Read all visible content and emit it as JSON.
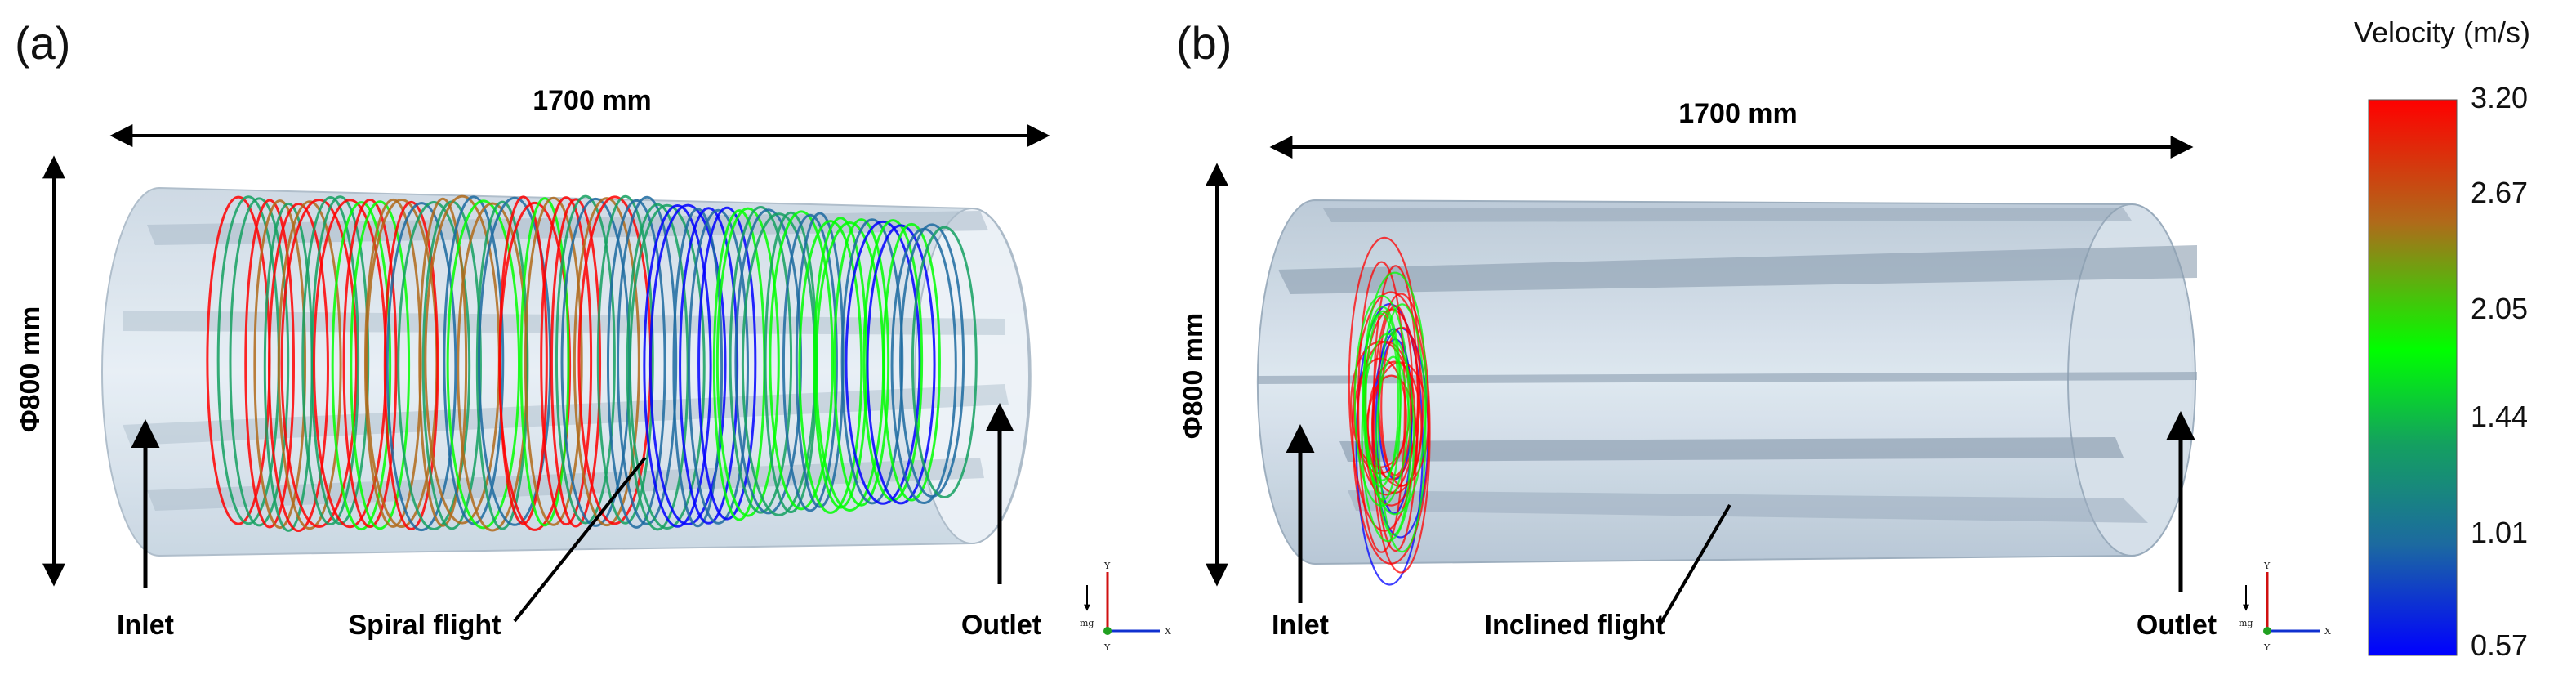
{
  "panel_a": {
    "label": "(a)",
    "length_label": "1700 mm",
    "diameter_label": "Φ800 mm",
    "inlet": "Inlet",
    "outlet": "Outlet",
    "flight_label": "Spiral flight"
  },
  "panel_b": {
    "label": "(b)",
    "length_label": "1700 mm",
    "diameter_label": "Φ800 mm",
    "inlet": "Inlet",
    "outlet": "Outlet",
    "flight_label": "Inclined flight"
  },
  "axes_triad": {
    "y": "Y",
    "x": "X",
    "z": "Y",
    "gravity": "mg"
  },
  "colorbar": {
    "title": "Velocity (m/s)",
    "ticks": [
      "3.20",
      "2.67",
      "2.05",
      "1.44",
      "1.01",
      "0.57"
    ],
    "colors": [
      "#ff0000",
      "#b06a1a",
      "#00ff00",
      "#14a060",
      "#1c6aa0",
      "#0000ff"
    ]
  }
}
